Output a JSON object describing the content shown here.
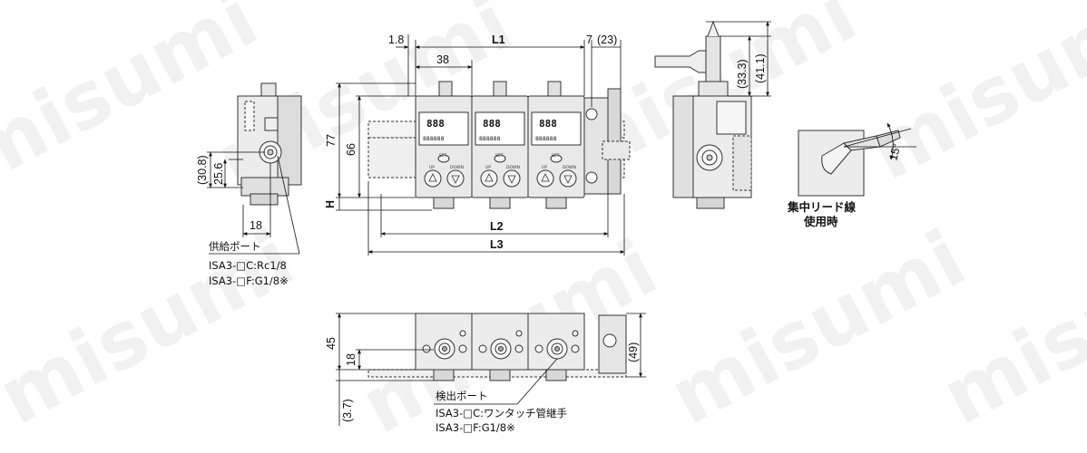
{
  "watermark": "misumi",
  "top_view": {
    "dims": {
      "d_1_8": "1.8",
      "L1": "L1",
      "d_7": "7",
      "d_23": "(23)",
      "d_38": "38",
      "d_77": "77",
      "d_66": "66",
      "H": "H",
      "L2": "L2",
      "L3": "L3"
    },
    "lcd_main": "888",
    "lcd_sub": "888888",
    "btn_set": "SET",
    "btn_up": "UP",
    "btn_down": "DOWN"
  },
  "left_view": {
    "dims": {
      "d_30_8": "(30.8)",
      "d_25_6": "25.6",
      "d_18": "18"
    },
    "supply_port": {
      "title": "供給ポート",
      "line1": "ISA3-□C:Rc1/8",
      "line2": "ISA3-□F:G1/8※"
    }
  },
  "right_view": {
    "dims": {
      "d_33_3": "(33.3)",
      "d_41_1": "(41.1)"
    }
  },
  "lead_view": {
    "angle": "15°",
    "caption_line1": "集中リード線",
    "caption_line2": "使用時"
  },
  "bottom_view": {
    "dims": {
      "d_45": "45",
      "d_18": "18",
      "d_3_7": "(3.7)",
      "d_49": "(49)"
    },
    "detect_port": {
      "title": "検出ポート",
      "line1": "ISA3-□C:ワンタッチ管継手",
      "line2": "ISA3-□F:G1/8※"
    }
  }
}
